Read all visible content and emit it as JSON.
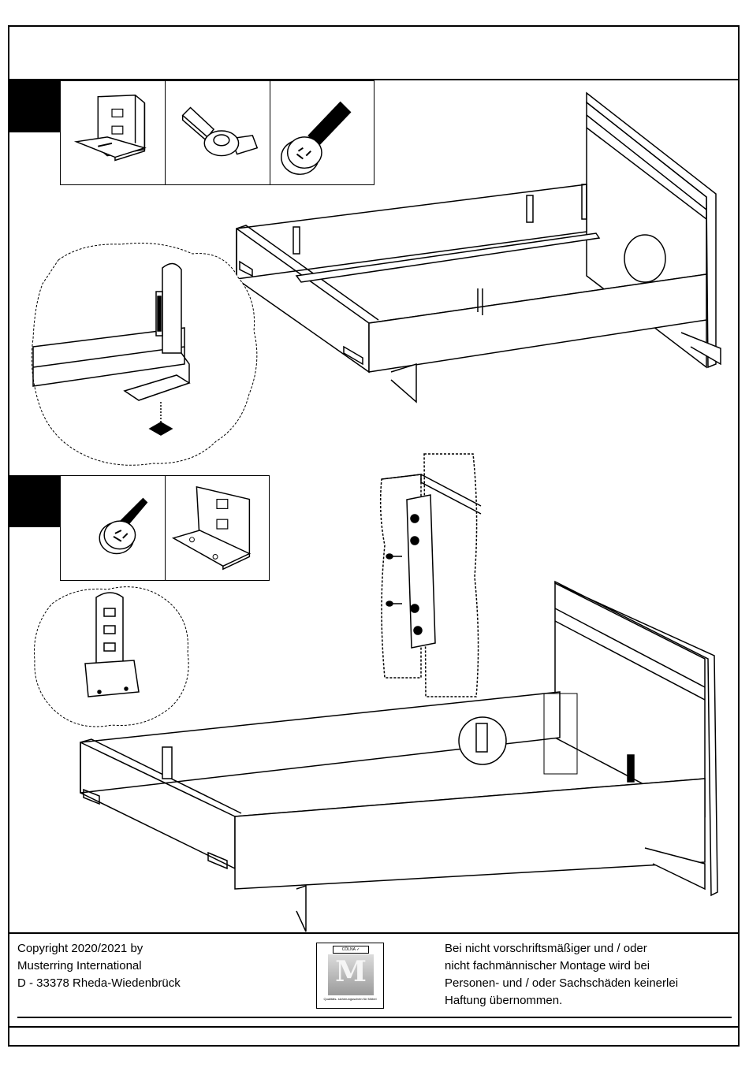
{
  "footer": {
    "copyright": "Copyright 2020/2021 by\nMusterring International\nD - 33378 Rheda-Wiedenbrück",
    "disclaimer": "Bei nicht vorschriftsmäßiger und / oder\nnicht fachmännischer Montage wird bei\nPersonen- und / oder Sachschäden keinerlei\nHaftung übernommen.",
    "logo": {
      "top_label": "CÖLNA ✓",
      "caption": "Qualitäts-\nsicherungsschein\nfür Möbel",
      "letter": "M"
    }
  },
  "steps": [
    {
      "parts": [
        "corner-bracket",
        "wing-nut",
        "bolt"
      ]
    },
    {
      "parts": [
        "screw",
        "slot-bracket"
      ]
    }
  ],
  "colors": {
    "ink": "#000000",
    "paper": "#ffffff"
  }
}
